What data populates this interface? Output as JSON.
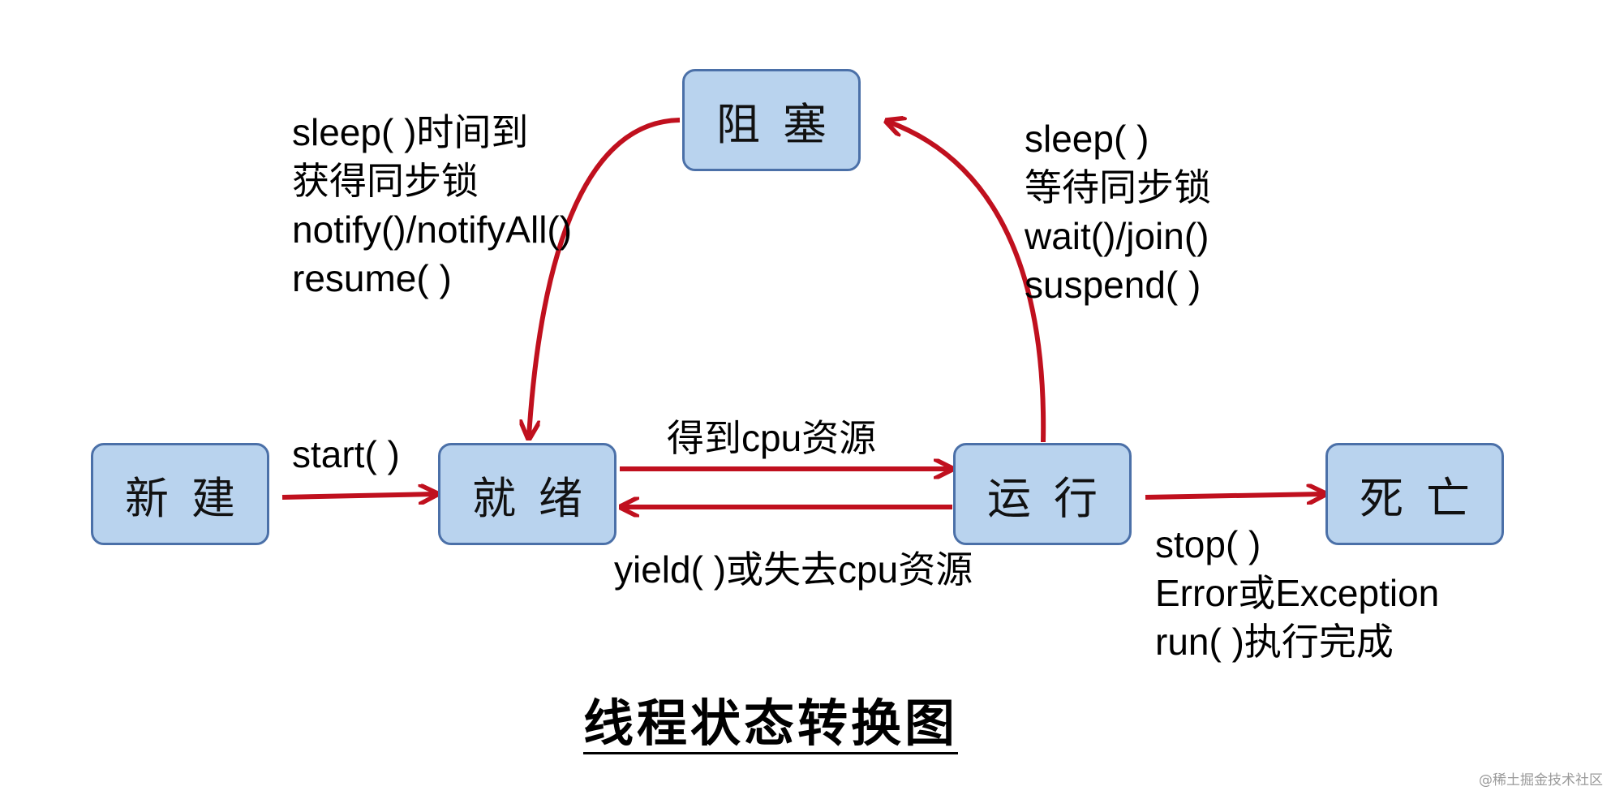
{
  "diagram": {
    "title": "线程状态转换图",
    "states": {
      "new": "新建",
      "ready": "就绪",
      "running": "运行",
      "blocked": "阻塞",
      "dead": "死亡"
    },
    "edges": {
      "new_to_ready": [
        "start( )"
      ],
      "ready_to_running": [
        "得到cpu资源"
      ],
      "running_to_ready": [
        "yield( )或失去cpu资源"
      ],
      "running_to_blocked": [
        "sleep( )",
        "等待同步锁",
        "wait()/join()",
        "suspend( )"
      ],
      "blocked_to_ready": [
        "sleep( )时间到",
        "获得同步锁",
        "notify()/notifyAll()",
        "resume( )"
      ],
      "running_to_dead": [
        "stop( )",
        "Error或Exception",
        "run( )执行完成"
      ]
    },
    "colors": {
      "arrow": "#c0101e",
      "node_fill": "#b9d3ee",
      "node_border": "#4b70a8"
    }
  },
  "watermark": "@稀土掘金技术社区"
}
